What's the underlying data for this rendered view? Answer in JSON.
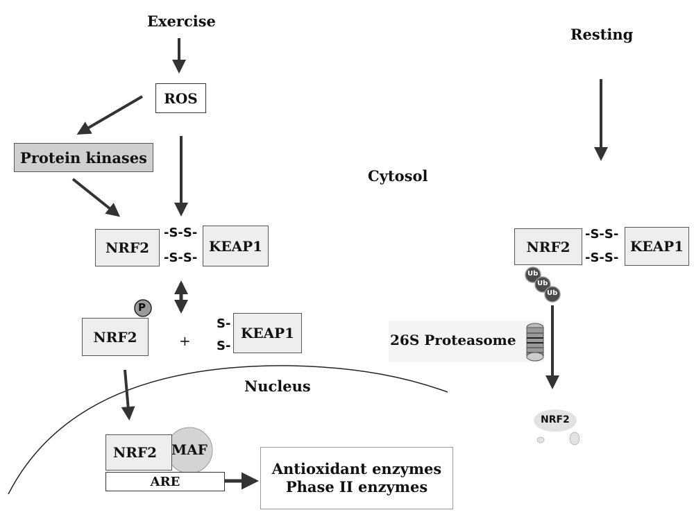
{
  "labels": {
    "exercise": "Exercise",
    "resting": "Resting",
    "cytosol": "Cytosol",
    "nucleus": "Nucleus",
    "plus": "+",
    "proteasome": "26S Proteasome"
  },
  "nodes": {
    "ros": "ROS",
    "protein_kinases": "Protein kinases",
    "nrf2": "NRF2",
    "keap1": "KEAP1",
    "maf": "MAF",
    "are": "ARE",
    "phospho": "P",
    "ubiquitin": "Ub"
  },
  "bonds": {
    "disulfide": "-S-S-",
    "free_thiol": "S-"
  },
  "output": {
    "line1": "Antioxidant enzymes",
    "line2": "Phase II enzymes"
  },
  "colors": {
    "arrow": "#333333",
    "box_fill": "#eeeeee",
    "kinase_fill": "#cfcfcf",
    "maf_fill": "#d4d4d4",
    "phospho_fill": "#9a9a9a",
    "ubiquitin_fill": "#4a4a4a"
  }
}
